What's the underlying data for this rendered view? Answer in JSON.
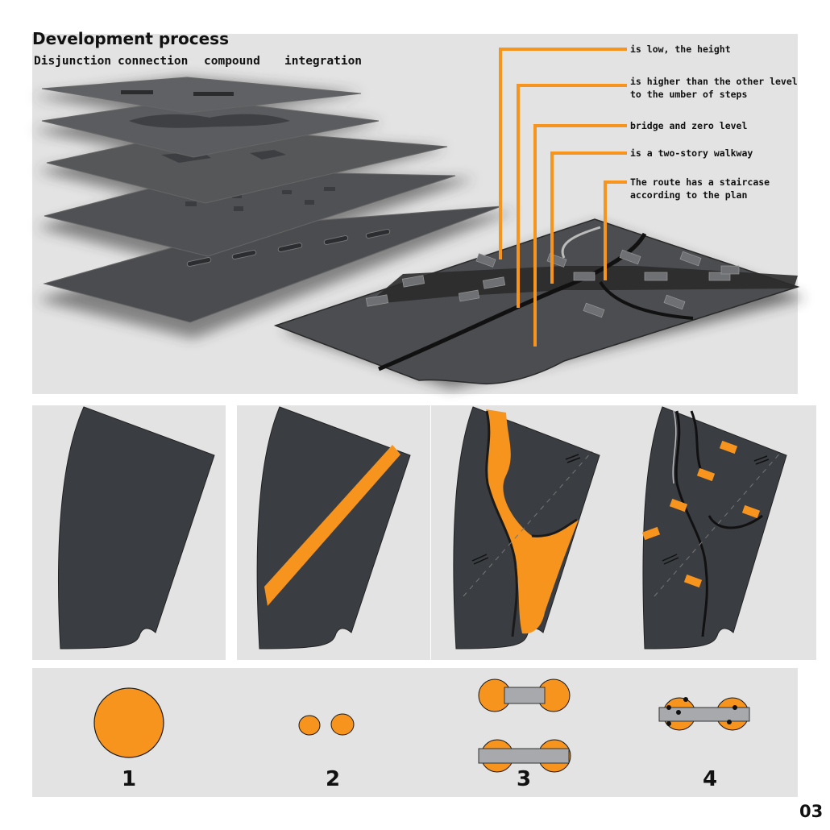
{
  "header": {
    "title": "Development process",
    "stages": [
      "Disjunction",
      "connection",
      "compound",
      "integration"
    ]
  },
  "callouts": [
    "is low, the height",
    "is higher than the other  level",
    "to  the  umber   of  steps",
    "bridge  and  zero  level",
    "is a two-story walkway",
    "The route has a staircase",
    "according to the plan"
  ],
  "step_numbers": [
    "1",
    "2",
    "3",
    "4"
  ],
  "page_number": "03",
  "colors": {
    "panel_bg": "#e3e3e3",
    "dark_surface": "#3a3d42",
    "accent_orange": "#f7941d",
    "connector_gray": "#a7a9ac"
  }
}
